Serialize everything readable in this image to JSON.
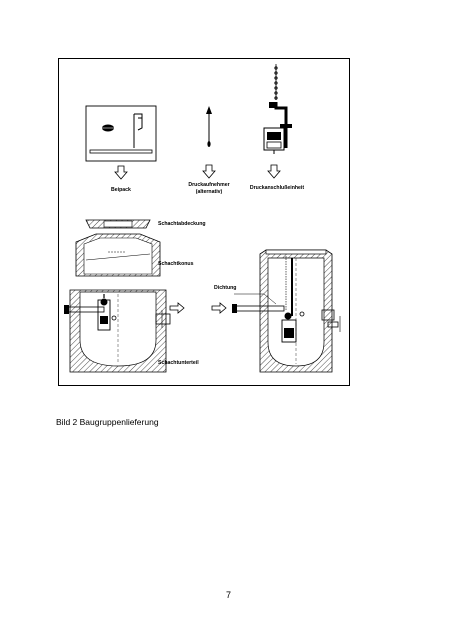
{
  "figure": {
    "labels": {
      "beipack": "Beipack",
      "druckaufnehmer_line1": "Druckaufnehmer",
      "druckaufnehmer_line2": "(alternativ)",
      "druckanschlusseinheit": "Druckanschlußeinheit",
      "schachtabdeckung": "Schachtabdeckung",
      "schachtkonus": "Schachtkonus",
      "dichtung": "Dichtung",
      "schachtunterteil": "Schachtunterteil"
    }
  },
  "caption": "Bild 2  Baugruppenlieferung",
  "page_number": "7"
}
